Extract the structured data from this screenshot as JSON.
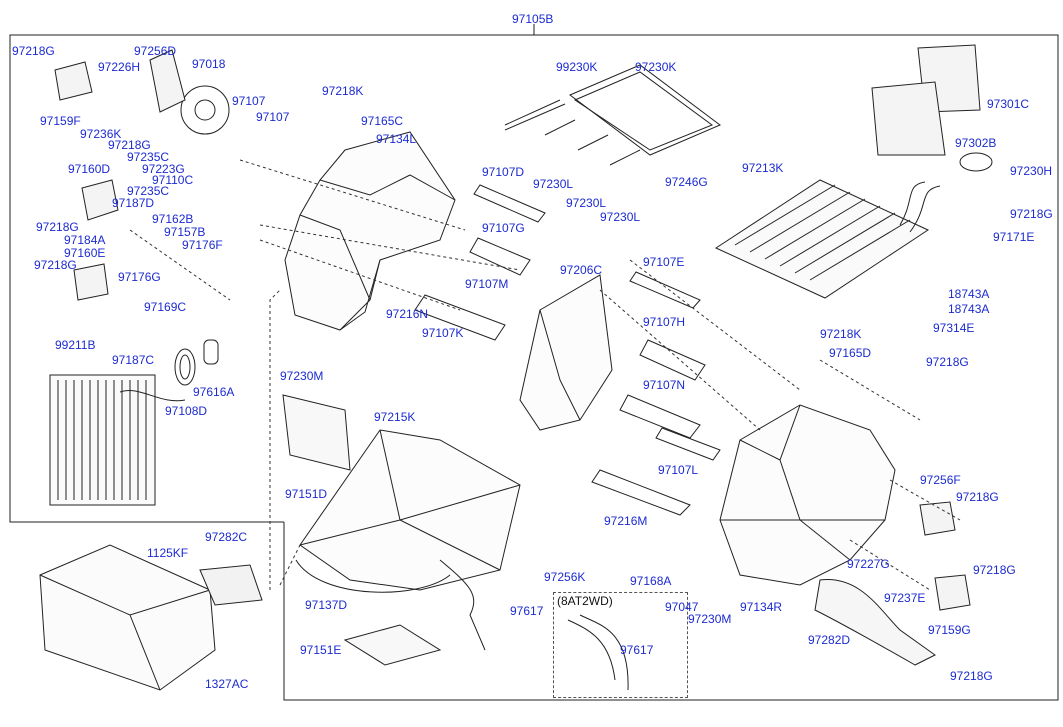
{
  "assembly_label": "97105B",
  "variant_label": "(8AT2WD)",
  "parts": [
    {
      "id": "p001",
      "label": "97218G"
    },
    {
      "id": "p002",
      "label": "97256D"
    },
    {
      "id": "p003",
      "label": "97226H"
    },
    {
      "id": "p004",
      "label": "97018"
    },
    {
      "id": "p005",
      "label": "97159F"
    },
    {
      "id": "p006",
      "label": "97236K"
    },
    {
      "id": "p007",
      "label": "97218G"
    },
    {
      "id": "p008",
      "label": "97235C"
    },
    {
      "id": "p009",
      "label": "97223G"
    },
    {
      "id": "p010",
      "label": "97110C"
    },
    {
      "id": "p011",
      "label": "97235C"
    },
    {
      "id": "p012",
      "label": "97187D"
    },
    {
      "id": "p013",
      "label": "97160D"
    },
    {
      "id": "p014",
      "label": "97218G"
    },
    {
      "id": "p015",
      "label": "97184A"
    },
    {
      "id": "p016",
      "label": "97160E"
    },
    {
      "id": "p017",
      "label": "97218G"
    },
    {
      "id": "p018",
      "label": "97176G"
    },
    {
      "id": "p019",
      "label": "97169C"
    },
    {
      "id": "p020",
      "label": "97162B"
    },
    {
      "id": "p021",
      "label": "97157B"
    },
    {
      "id": "p022",
      "label": "97176F"
    },
    {
      "id": "p023",
      "label": "97107"
    },
    {
      "id": "p024",
      "label": "97107"
    },
    {
      "id": "p025",
      "label": "97218K"
    },
    {
      "id": "p026",
      "label": "97165C"
    },
    {
      "id": "p027",
      "label": "97134L"
    },
    {
      "id": "p028",
      "label": "99230K"
    },
    {
      "id": "p029",
      "label": "97230K"
    },
    {
      "id": "p030",
      "label": "97107D"
    },
    {
      "id": "p031",
      "label": "97230L"
    },
    {
      "id": "p032",
      "label": "97230L"
    },
    {
      "id": "p033",
      "label": "97246G"
    },
    {
      "id": "p034",
      "label": "97230L"
    },
    {
      "id": "p035",
      "label": "97107G"
    },
    {
      "id": "p036",
      "label": "97107M"
    },
    {
      "id": "p037",
      "label": "97206C"
    },
    {
      "id": "p038",
      "label": "97107E"
    },
    {
      "id": "p039",
      "label": "97213K"
    },
    {
      "id": "p040",
      "label": "97301C"
    },
    {
      "id": "p041",
      "label": "97302B"
    },
    {
      "id": "p042",
      "label": "97230H"
    },
    {
      "id": "p043",
      "label": "97218G"
    },
    {
      "id": "p044",
      "label": "97171E"
    },
    {
      "id": "p045",
      "label": "18743A"
    },
    {
      "id": "p046",
      "label": "18743A"
    },
    {
      "id": "p047",
      "label": "97314E"
    },
    {
      "id": "p048",
      "label": "97218G"
    },
    {
      "id": "p049",
      "label": "97218K"
    },
    {
      "id": "p050",
      "label": "97165D"
    },
    {
      "id": "p051",
      "label": "99211B"
    },
    {
      "id": "p052",
      "label": "97187C"
    },
    {
      "id": "p053",
      "label": "97616A"
    },
    {
      "id": "p054",
      "label": "97108D"
    },
    {
      "id": "p055",
      "label": "97230M"
    },
    {
      "id": "p056",
      "label": "97216N"
    },
    {
      "id": "p057",
      "label": "97107K"
    },
    {
      "id": "p058",
      "label": "97215K"
    },
    {
      "id": "p059",
      "label": "97107H"
    },
    {
      "id": "p060",
      "label": "97107N"
    },
    {
      "id": "p061",
      "label": "97107L"
    },
    {
      "id": "p062",
      "label": "97151D"
    },
    {
      "id": "p063",
      "label": "97216M"
    },
    {
      "id": "p064",
      "label": "97256F"
    },
    {
      "id": "p065",
      "label": "97218G"
    },
    {
      "id": "p066",
      "label": "97282C"
    },
    {
      "id": "p067",
      "label": "1125KF"
    },
    {
      "id": "p068",
      "label": "97137D"
    },
    {
      "id": "p069",
      "label": "97256K"
    },
    {
      "id": "p070",
      "label": "97617"
    },
    {
      "id": "p071",
      "label": "97151E"
    },
    {
      "id": "p072",
      "label": "1327AC"
    },
    {
      "id": "p073",
      "label": "97168A"
    },
    {
      "id": "p074",
      "label": "97047"
    },
    {
      "id": "p075",
      "label": "97230M"
    },
    {
      "id": "p076",
      "label": "97134R"
    },
    {
      "id": "p077",
      "label": "97227G"
    },
    {
      "id": "p078",
      "label": "97237E"
    },
    {
      "id": "p079",
      "label": "97218G"
    },
    {
      "id": "p080",
      "label": "97159G"
    },
    {
      "id": "p081",
      "label": "97282D"
    },
    {
      "id": "p082",
      "label": "97218G"
    },
    {
      "id": "p083",
      "label": "97617"
    }
  ]
}
